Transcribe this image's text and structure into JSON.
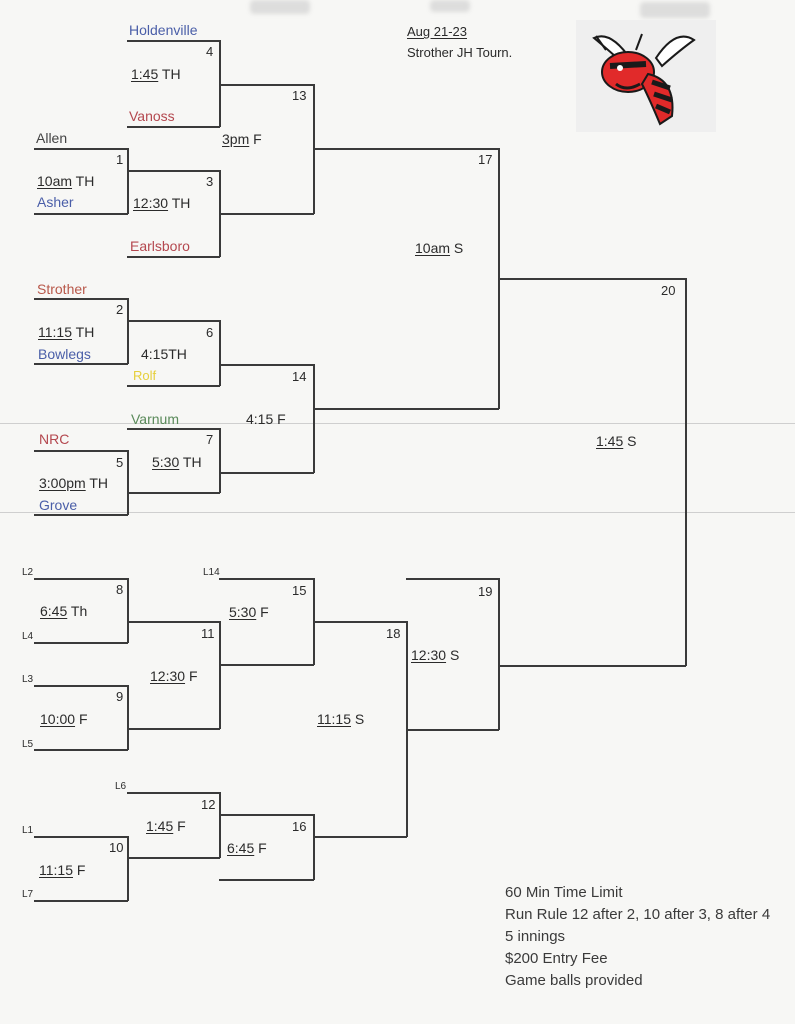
{
  "header": {
    "dates": "Aug 21-23",
    "tournament": "Strother JH Tourn."
  },
  "logo": {
    "icon": "hornet-mascot-icon",
    "colors": {
      "body": "#e12a2a",
      "stripe": "#1a1a1a"
    }
  },
  "teams": {
    "holdenville": "Holdenville",
    "vanoss": "Vanoss",
    "allen": "Allen",
    "asher": "Asher",
    "earlsboro": "Earlsboro",
    "strother": "Strother",
    "bowlegs": "Bowlegs",
    "rolf": "Rolf",
    "varnum": "Varnum",
    "nrc": "NRC",
    "grove": "Grove"
  },
  "games": {
    "g1": {
      "num": "1",
      "time": "10am",
      "day": "TH"
    },
    "g2": {
      "num": "2",
      "time": "11:15",
      "day": "TH"
    },
    "g3": {
      "num": "3",
      "time": "12:30",
      "day": "TH"
    },
    "g4": {
      "num": "4",
      "time": "1:45",
      "day": "TH"
    },
    "g5": {
      "num": "5",
      "time": "3:00pm",
      "day": "TH"
    },
    "g6": {
      "num": "6",
      "time": "4:15TH"
    },
    "g7": {
      "num": "7",
      "time": "5:30",
      "day": "TH"
    },
    "g8": {
      "num": "8",
      "time": "6:45",
      "day": "Th"
    },
    "g9": {
      "num": "9",
      "time": "10:00",
      "day": "F"
    },
    "g10": {
      "num": "10",
      "time": "11:15",
      "day": "F"
    },
    "g11": {
      "num": "11",
      "time": "12:30",
      "day": "F"
    },
    "g12": {
      "num": "12",
      "time": "1:45",
      "day": "F"
    },
    "g13": {
      "num": "13",
      "time": "3pm",
      "day": "F"
    },
    "g14": {
      "num": "14",
      "time": "4:15",
      "day": "F"
    },
    "g15": {
      "num": "15",
      "time": "5:30",
      "day": "F"
    },
    "g16": {
      "num": "16",
      "time": "6:45",
      "day": "F"
    },
    "g17": {
      "num": "17",
      "time": "10am",
      "day": "S"
    },
    "g18": {
      "num": "18",
      "time": "11:15",
      "day": "S"
    },
    "g19": {
      "num": "19",
      "time": "12:30",
      "day": "S"
    },
    "g20": {
      "num": "20",
      "time": "1:45",
      "day": "S"
    }
  },
  "losers": {
    "l1": "L1",
    "l2": "L2",
    "l3": "L3",
    "l4": "L4",
    "l5": "L5",
    "l6": "L6",
    "l7": "L7",
    "l14": "L14"
  },
  "rules": [
    "60 Min Time Limit",
    "Run Rule 12 after 2, 10 after 3, 8 after 4",
    "5 innings",
    "$200 Entry Fee",
    "Game balls provided"
  ]
}
